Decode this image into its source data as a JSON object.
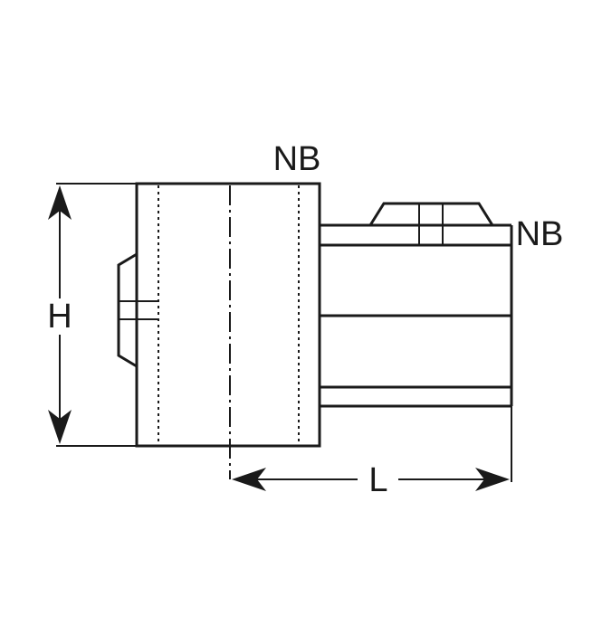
{
  "labels": {
    "nb_top": "NB",
    "nb_right": "NB",
    "height": "H",
    "length": "L"
  },
  "colors": {
    "line": "#1a1a1a",
    "background": "#ffffff"
  }
}
